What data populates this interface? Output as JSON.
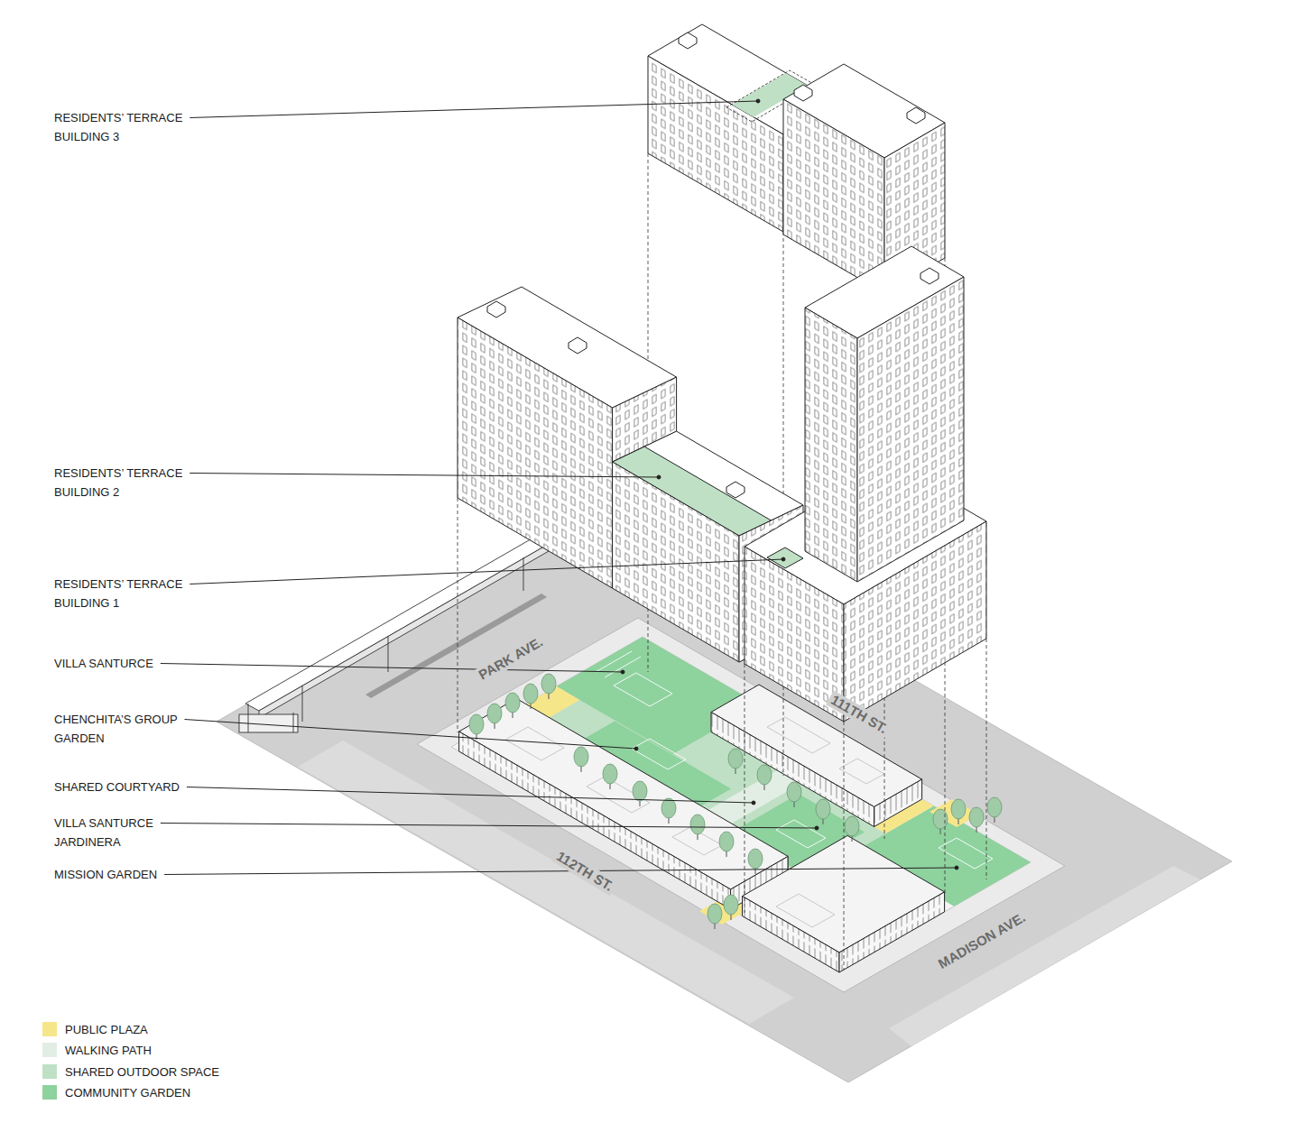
{
  "diagram": {
    "labels": [
      "RESIDENTS’ TERRACE BUILDING 3",
      "RESIDENTS’ TERRACE BUILDING 2",
      "RESIDENTS’ TERRACE BUILDING 1",
      "VILLA SANTURCE",
      "CHENCHITA’S GROUP GARDEN",
      "SHARED COURTYARD",
      "VILLA SANTURCE JARDINERA",
      "MISSION GARDEN",
      "PARK AVE.",
      "111TH ST.",
      "112TH ST.",
      "MADISON AVE."
    ],
    "legend": [
      {
        "text": "PUBLIC PLAZA",
        "color": "#f6e68a"
      },
      {
        "text": "WALKING PATH",
        "color": "#e2eee4"
      },
      {
        "text": "SHARED OUTDOOR SPACE",
        "color": "#bfe0c5"
      },
      {
        "text": "COMMUNITY GARDEN",
        "color": "#8ed29e"
      }
    ]
  }
}
